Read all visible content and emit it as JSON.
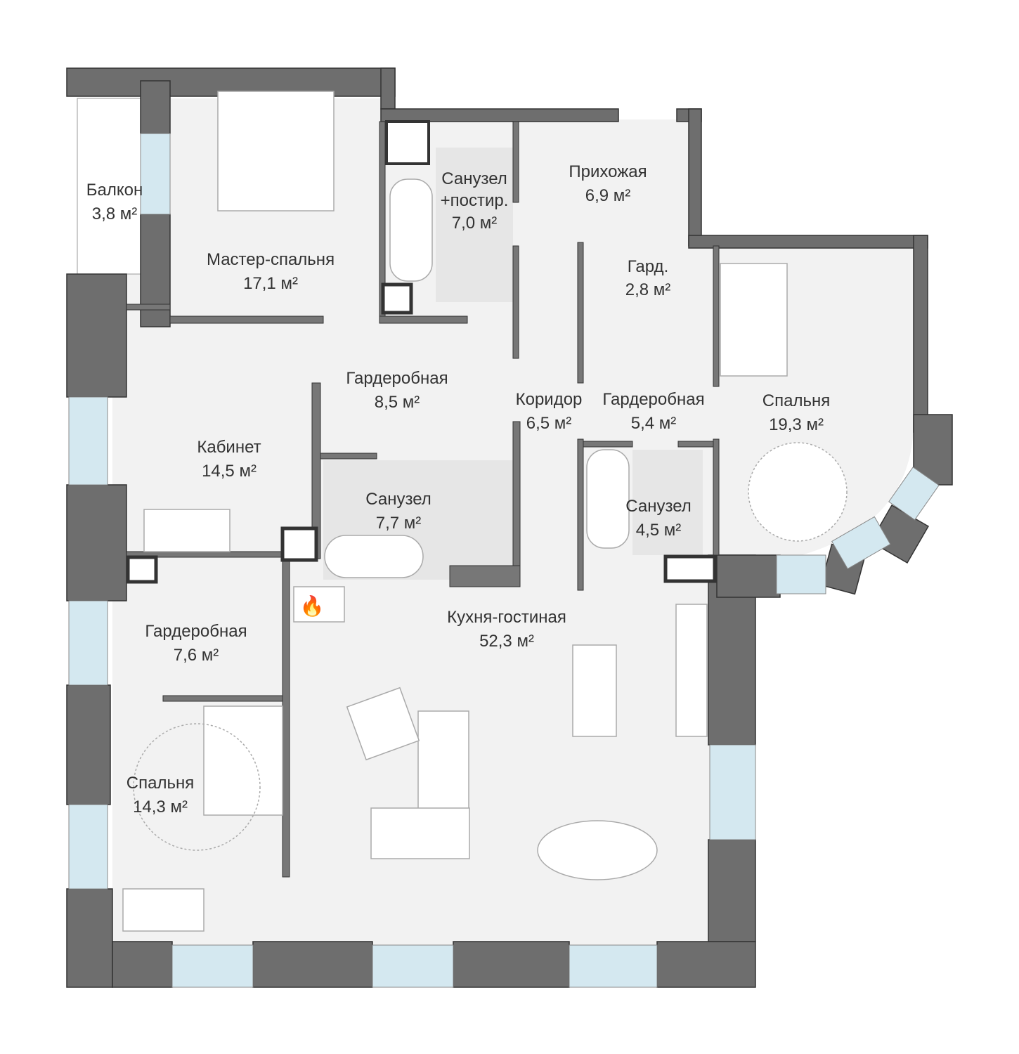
{
  "plan": {
    "rooms": [
      {
        "name": "Балкон",
        "area": "3,8 м²"
      },
      {
        "name": "Мастер-спальня",
        "area": "17,1 м²"
      },
      {
        "name": "Санузел",
        "name2": "+постир.",
        "area": "7,0 м²"
      },
      {
        "name": "Прихожая",
        "area": "6,9 м²"
      },
      {
        "name": "Гард.",
        "area": "2,8 м²"
      },
      {
        "name": "Спальня",
        "area": "19,3 м²"
      },
      {
        "name": "Гардеробная",
        "area": "8,5 м²"
      },
      {
        "name": "Коридор",
        "area": "6,5 м²"
      },
      {
        "name": "Гардеробная",
        "area": "5,4 м²"
      },
      {
        "name": "Кабинет",
        "area": "14,5 м²"
      },
      {
        "name": "Санузел",
        "area": "7,7 м²"
      },
      {
        "name": "Санузел",
        "area": "4,5 м²"
      },
      {
        "name": "Гардеробная",
        "area": "7,6 м²"
      },
      {
        "name": "Кухня-гостиная",
        "area": "52,3 м²"
      },
      {
        "name": "Спальня",
        "area": "14,3 м²"
      }
    ],
    "colors": {
      "wall": "#6e6e6e",
      "floor": "#f2f2f2",
      "window": "#d4e8f0"
    }
  }
}
